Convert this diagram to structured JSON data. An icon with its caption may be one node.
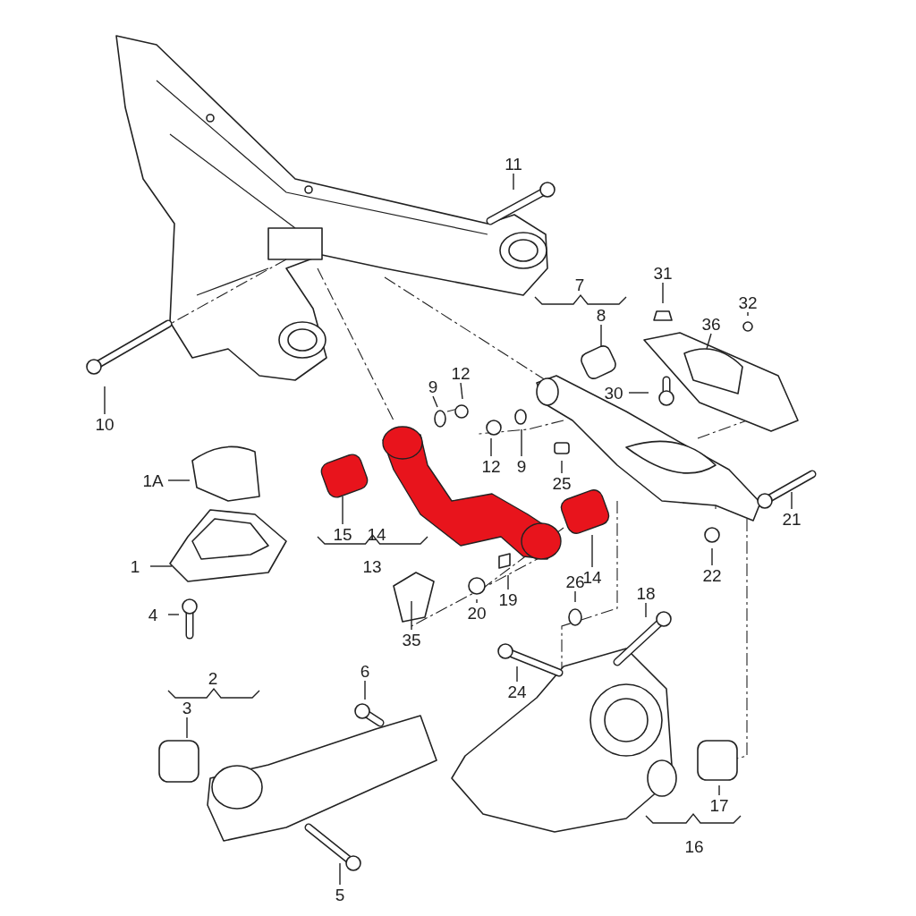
{
  "diagram": {
    "nodes": [
      {
        "text": [
          "11"
        ]
      },
      {
        "text": [
          "31"
        ]
      },
      {
        "text": [
          "32"
        ]
      },
      {
        "text": [
          "8"
        ]
      },
      {
        "text": [
          "36"
        ]
      },
      {
        "text": [
          "10"
        ]
      },
      {
        "text": [
          "9"
        ]
      },
      {
        "text": [
          "12"
        ]
      },
      {
        "text": [
          "30"
        ]
      },
      {
        "text": [
          "1A"
        ]
      },
      {
        "text": [
          "12"
        ]
      },
      {
        "text": [
          "9"
        ]
      },
      {
        "text": [
          "25"
        ]
      },
      {
        "text": [
          "15"
        ]
      },
      {
        "text": [
          "14"
        ]
      },
      {
        "text": [
          "21"
        ]
      },
      {
        "text": [
          "1"
        ]
      },
      {
        "text": [
          "22"
        ]
      },
      {
        "text": [
          "20"
        ]
      },
      {
        "text": [
          "19"
        ]
      },
      {
        "text": [
          "35"
        ]
      },
      {
        "text": [
          "26"
        ]
      },
      {
        "text": [
          "4"
        ]
      },
      {
        "text": [
          "18"
        ]
      },
      {
        "text": [
          "6"
        ]
      },
      {
        "text": [
          "24"
        ]
      },
      {
        "text": [
          "3"
        ]
      },
      {
        "text": [
          "17"
        ]
      },
      {
        "text": [
          "5"
        ]
      }
    ],
    "edges": [
      {
        "from": 0,
        "to": null,
        "arrow": "none"
      },
      {
        "from": 1,
        "to": null,
        "arrow": "none"
      },
      {
        "from": 2,
        "to": null,
        "arrow": "none"
      },
      {
        "from": 3,
        "to": null,
        "arrow": "none"
      },
      {
        "from": 4,
        "to": null,
        "arrow": "none"
      },
      {
        "from": 5,
        "to": null,
        "arrow": "none"
      },
      {
        "from": 6,
        "to": null,
        "arrow": "none"
      },
      {
        "from": 7,
        "to": null,
        "arrow": "none"
      },
      {
        "from": 8,
        "to": null,
        "arrow": "none"
      },
      {
        "from": 9,
        "to": null,
        "arrow": "none"
      },
      {
        "from": 10,
        "to": null,
        "arrow": "none"
      },
      {
        "from": 11,
        "to": null,
        "arrow": "none"
      },
      {
        "from": 12,
        "to": null,
        "arrow": "none"
      },
      {
        "from": 13,
        "to": null,
        "arrow": "none"
      },
      {
        "from": 14,
        "to": null,
        "arrow": "none"
      },
      {
        "from": 15,
        "to": null,
        "arrow": "none"
      },
      {
        "from": 16,
        "to": null,
        "arrow": "none"
      },
      {
        "from": 17,
        "to": null,
        "arrow": "none"
      },
      {
        "from": 18,
        "to": null,
        "arrow": "none"
      },
      {
        "from": 19,
        "to": null,
        "arrow": "none"
      },
      {
        "from": 20,
        "to": null,
        "arrow": "none"
      },
      {
        "from": 21,
        "to": null,
        "arrow": "none"
      },
      {
        "from": 22,
        "to": null,
        "arrow": "none"
      },
      {
        "from": 23,
        "to": null,
        "arrow": "none"
      },
      {
        "from": 24,
        "to": null,
        "arrow": "none"
      },
      {
        "from": 25,
        "to": null,
        "arrow": "none"
      },
      {
        "from": 26,
        "to": null,
        "arrow": "none"
      },
      {
        "from": 27,
        "to": null,
        "arrow": "none"
      },
      {
        "from": 28,
        "to": null,
        "arrow": "none"
      }
    ],
    "labels": [
      "7",
      "14",
      "13",
      "2",
      "16"
    ]
  }
}
